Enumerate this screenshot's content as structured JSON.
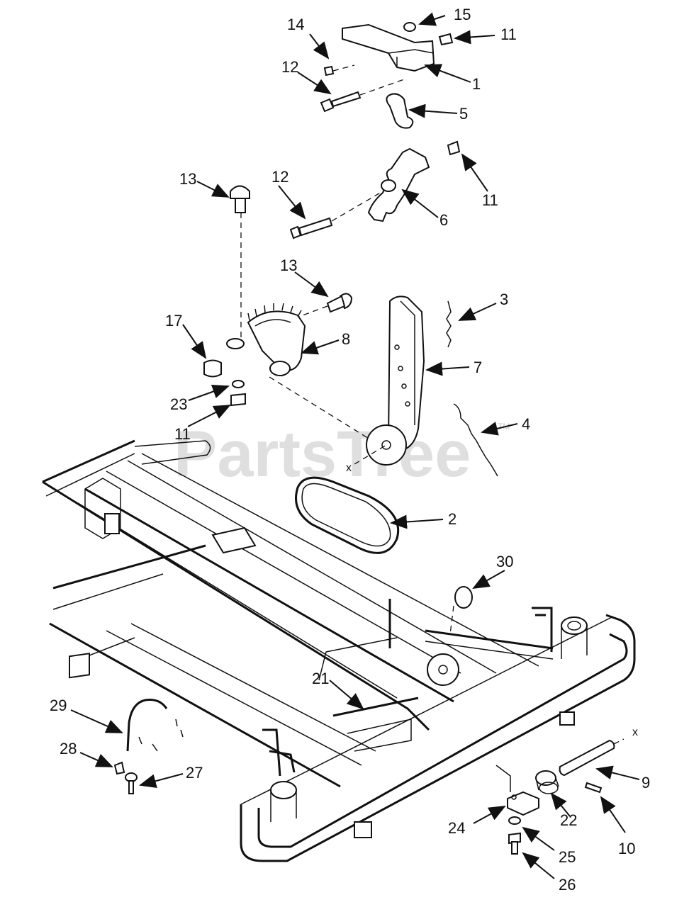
{
  "watermark": {
    "text": "PartsTree",
    "trademark": "TM"
  },
  "callouts": [
    {
      "id": "c15a",
      "label": "15"
    },
    {
      "id": "c14",
      "label": "14"
    },
    {
      "id": "c11a",
      "label": "11"
    },
    {
      "id": "c12a",
      "label": "12"
    },
    {
      "id": "c1",
      "label": "1"
    },
    {
      "id": "c5",
      "label": "5"
    },
    {
      "id": "c13a",
      "label": "13"
    },
    {
      "id": "c12b",
      "label": "12"
    },
    {
      "id": "c11b",
      "label": "11"
    },
    {
      "id": "c6",
      "label": "6"
    },
    {
      "id": "c13b",
      "label": "13"
    },
    {
      "id": "c3",
      "label": "3"
    },
    {
      "id": "c17",
      "label": "17"
    },
    {
      "id": "c8",
      "label": "8"
    },
    {
      "id": "c7",
      "label": "7"
    },
    {
      "id": "c23",
      "label": "23"
    },
    {
      "id": "c11c",
      "label": "11"
    },
    {
      "id": "c4",
      "label": "4"
    },
    {
      "id": "c2",
      "label": "2"
    },
    {
      "id": "c30",
      "label": "30"
    },
    {
      "id": "c21",
      "label": "21"
    },
    {
      "id": "c29",
      "label": "29"
    },
    {
      "id": "c28",
      "label": "28"
    },
    {
      "id": "c27",
      "label": "27"
    },
    {
      "id": "c9",
      "label": "9"
    },
    {
      "id": "c22",
      "label": "22"
    },
    {
      "id": "c24",
      "label": "24"
    },
    {
      "id": "c25",
      "label": "25"
    },
    {
      "id": "c10",
      "label": "10"
    },
    {
      "id": "c26",
      "label": "26"
    }
  ],
  "axis_marks": {
    "left_x": "x",
    "right_x": "x"
  }
}
